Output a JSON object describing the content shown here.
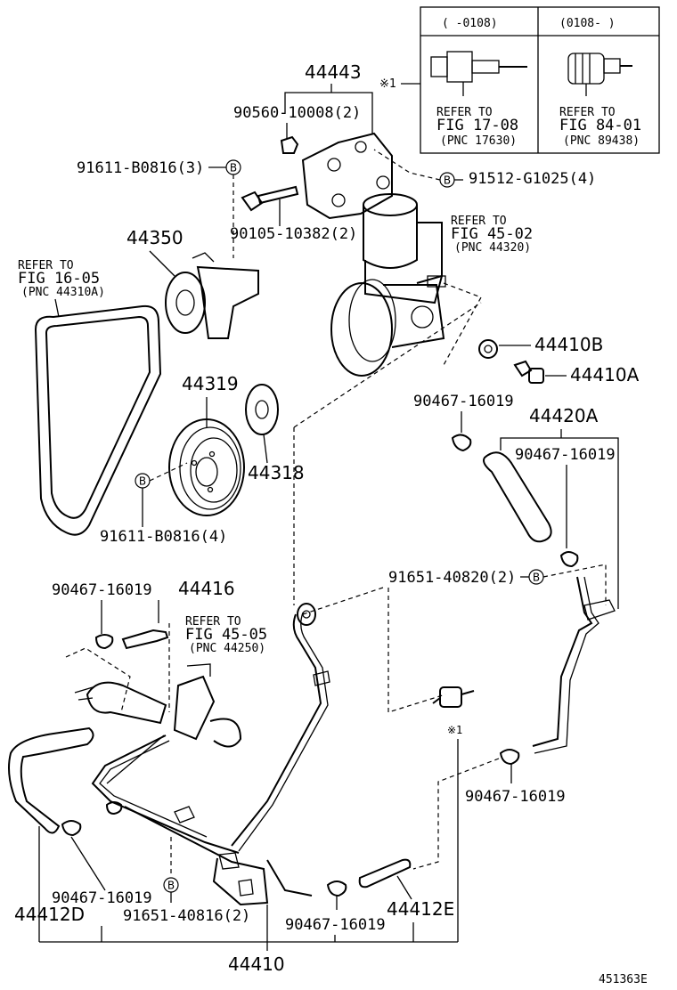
{
  "inset": {
    "col1_header": "(   -0108)",
    "col2_header": "(0108-   )",
    "marker": "※1",
    "col1_refer": [
      "REFER TO",
      "FIG 17-08",
      "(PNC 17630)"
    ],
    "col2_refer": [
      "REFER TO",
      "FIG 84-01",
      "(PNC 89438)"
    ]
  },
  "bubble_letter": "B",
  "labels": {
    "p44443": "44443",
    "p90560": "90560-10008(2)",
    "p91611_top": "91611-B0816(3)",
    "p91512": "91512-G1025(4)",
    "p90105": "90105-10382(2)",
    "p44350": "44350",
    "p44410B": "44410B",
    "p44410A": "44410A",
    "p44319": "44319",
    "p44318": "44318",
    "p90467_a": "90467-16019",
    "p44420A": "44420A",
    "p90467_b": "90467-16019",
    "p91611_bot": "91611-B0816(4)",
    "p90467_c": "90467-16019",
    "p44416": "44416",
    "p91651_top": "91651-40820(2)",
    "p90467_d": "90467-16019",
    "p90467_e": "90467-16019",
    "p44412D": "44412D",
    "p91651_bot": "91651-40816(2)",
    "p90467_f": "90467-16019",
    "p44412E": "44412E",
    "p44410": "44410",
    "marker_bottom": "※1",
    "fig_id": "451363E"
  },
  "refer_notes": {
    "belt": [
      "REFER TO",
      "FIG 16-05",
      "(PNC 44310A)"
    ],
    "reservoir": [
      "REFER TO",
      "FIG 45-02",
      "(PNC 44320)"
    ],
    "steering": [
      "REFER TO",
      "FIG 45-05",
      "(PNC 44250)"
    ]
  }
}
